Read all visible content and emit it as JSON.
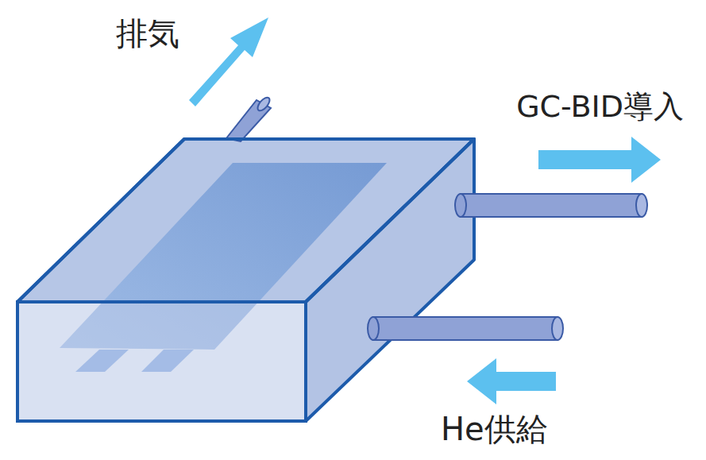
{
  "diagram": {
    "labels": [
      "排気",
      "GC-BID導入",
      "He供給"
    ]
  }
}
